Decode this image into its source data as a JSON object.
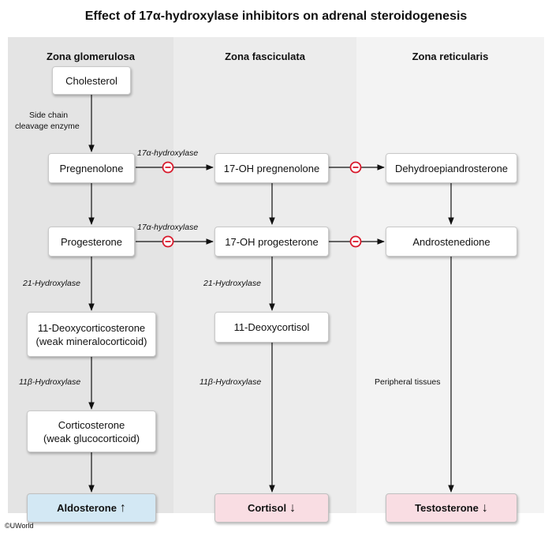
{
  "title": "Effect of 17α-hydroxylase inhibitors on adrenal steroidogenesis",
  "zones": {
    "glomerulosa": "Zona glomerulosa",
    "fasciculata": "Zona fasciculata",
    "reticularis": "Zona reticularis"
  },
  "boxes": {
    "cholesterol": "Cholesterol",
    "pregnenolone": "Pregnenolone",
    "progesterone": "Progesterone",
    "deoxycorticosterone": {
      "line1": "11-Deoxycorticosterone",
      "line2": "(weak mineralocorticoid)"
    },
    "corticosterone": {
      "line1": "Corticosterone",
      "line2": "(weak glucocorticoid)"
    },
    "aldosterone": {
      "label": "Aldosterone",
      "trend": "↑"
    },
    "oh_pregnenolone": "17-OH pregnenolone",
    "oh_progesterone": "17-OH progesterone",
    "deoxycortisol": "11-Deoxycortisol",
    "cortisol": {
      "label": "Cortisol",
      "trend": "↓"
    },
    "dhea": "Dehydroepiandrosterone",
    "androstenedione": "Androstenedione",
    "testosterone": {
      "label": "Testosterone",
      "trend": "↓"
    }
  },
  "enzymes": {
    "side_chain_line1": "Side chain",
    "side_chain_line2": "cleavage enzyme",
    "hydroxylase_17a_top": "17α-hydroxylase",
    "hydroxylase_17a_mid": "17α-hydroxylase",
    "hydroxylase_21_left": "21-Hydroxylase",
    "hydroxylase_21_mid": "21-Hydroxylase",
    "hydroxylase_11b_left": "11β-Hydroxylase",
    "hydroxylase_11b_mid": "11β-Hydroxylase",
    "peripheral": "Peripheral tissues"
  },
  "inhibition_symbol": "−",
  "copyright": "©UWorld",
  "colors": {
    "zone_glomerulosa_bg": "#e4e4e4",
    "zone_fasciculata_bg": "#ececec",
    "zone_reticularis_bg": "#f3f3f3",
    "increase_box": "#d3e8f4",
    "decrease_box": "#f9dde3",
    "inhibit_red": "#d8192b"
  }
}
